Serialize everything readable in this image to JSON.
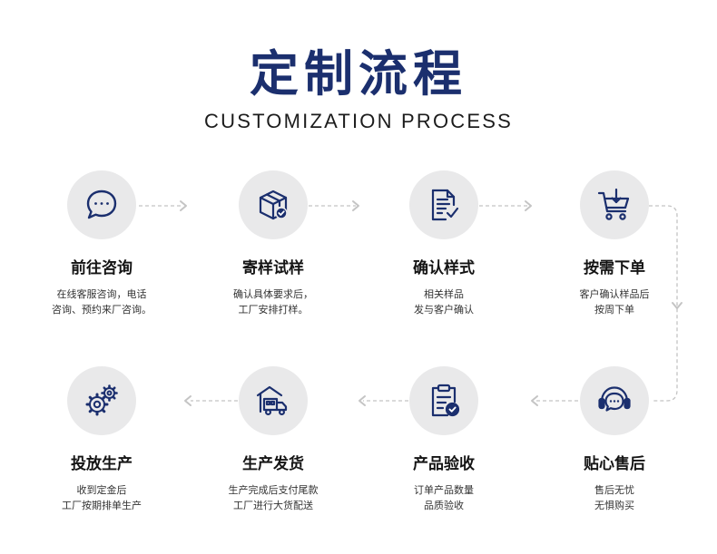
{
  "header": {
    "title": "定制流程",
    "subtitle": "CUSTOMIZATION PROCESS"
  },
  "colors": {
    "primary": "#1b2f6e",
    "circle_bg": "#e9e9ea",
    "connector": "#c4c4c4"
  },
  "steps": [
    {
      "title": "前往咨询",
      "desc1": "在线客服咨询，电话",
      "desc2": "咨询、预约来厂咨询。",
      "icon": "chat-bubble-icon"
    },
    {
      "title": "寄样试样",
      "desc1": "确认具体要求后，",
      "desc2": "工厂安排打样。",
      "icon": "package-icon"
    },
    {
      "title": "确认样式",
      "desc1": "相关样品",
      "desc2": "发与客户确认",
      "icon": "document-check-icon"
    },
    {
      "title": "按需下单",
      "desc1": "客户确认样品后",
      "desc2": "按周下单",
      "icon": "shopping-cart-icon"
    },
    {
      "title": "贴心售后",
      "desc1": "售后无忧",
      "desc2": "无惧购买",
      "icon": "headset-icon"
    },
    {
      "title": "产品验收",
      "desc1": "订单产品数量",
      "desc2": "品质验收",
      "icon": "clipboard-check-icon"
    },
    {
      "title": "生产发货",
      "desc1": "生产完成后支付尾款",
      "desc2": "工厂进行大货配送",
      "icon": "delivery-truck-icon"
    },
    {
      "title": "投放生产",
      "desc1": "收到定金后",
      "desc2": "工厂按期排单生产",
      "icon": "gears-icon"
    }
  ]
}
